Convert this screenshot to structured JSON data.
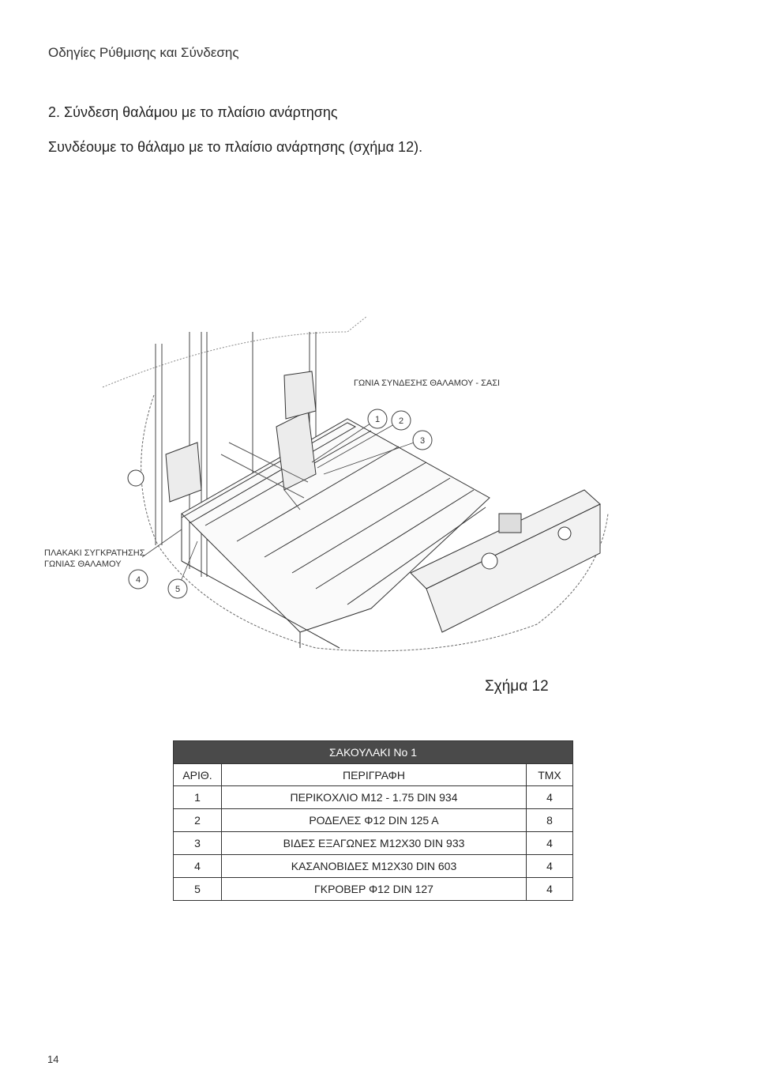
{
  "header": {
    "title": "Οδηγίες Ρύθμισης και Σύνδεσης"
  },
  "section": {
    "heading": "2. Σύνδεση θαλάμου με το πλαίσιο ανάρτησης",
    "intro": "Συνδέουμε το θάλαμο με το πλαίσιο ανάρτησης (σχήμα 12)."
  },
  "figure": {
    "label_top": "ΓΩΝΙΑ ΣΥΝΔΕΣΗΣ ΘΑΛΑΜΟΥ - ΣΑΣΙ",
    "label_left_1": "ΠΛΑΚΑΚΙ ΣΥΓΚΡΑΤΗΣΗΣ",
    "label_left_2": "ΓΩΝΙΑΣ ΘΑΛΑΜΟΥ",
    "callouts": [
      "1",
      "2",
      "3",
      "4",
      "5"
    ],
    "caption": "Σχήμα 12"
  },
  "parts_table": {
    "title": "ΣΑΚΟΥΛΑΚΙ Νο 1",
    "headers": [
      "ΑΡΙΘ.",
      "ΠΕΡΙΓΡΑΦΗ",
      "ΤΜΧ"
    ],
    "rows": [
      [
        "1",
        "ΠΕΡΙΚΟΧΛΙΟ Μ12 - 1.75 DIN 934",
        "4"
      ],
      [
        "2",
        "ΡΟΔΕΛΕΣ Φ12 DIN 125 A",
        "8"
      ],
      [
        "3",
        "ΒΙΔΕΣ ΕΞΑΓΩΝΕΣ Μ12Χ30 DIN 933",
        "4"
      ],
      [
        "4",
        "ΚΑΣΑΝΟΒΙΔΕΣ Μ12Χ30 DIN 603",
        "4"
      ],
      [
        "5",
        "ΓΚΡΟΒΕΡ Φ12 DIN 127",
        "4"
      ]
    ]
  },
  "footer": {
    "page_number": "14"
  }
}
